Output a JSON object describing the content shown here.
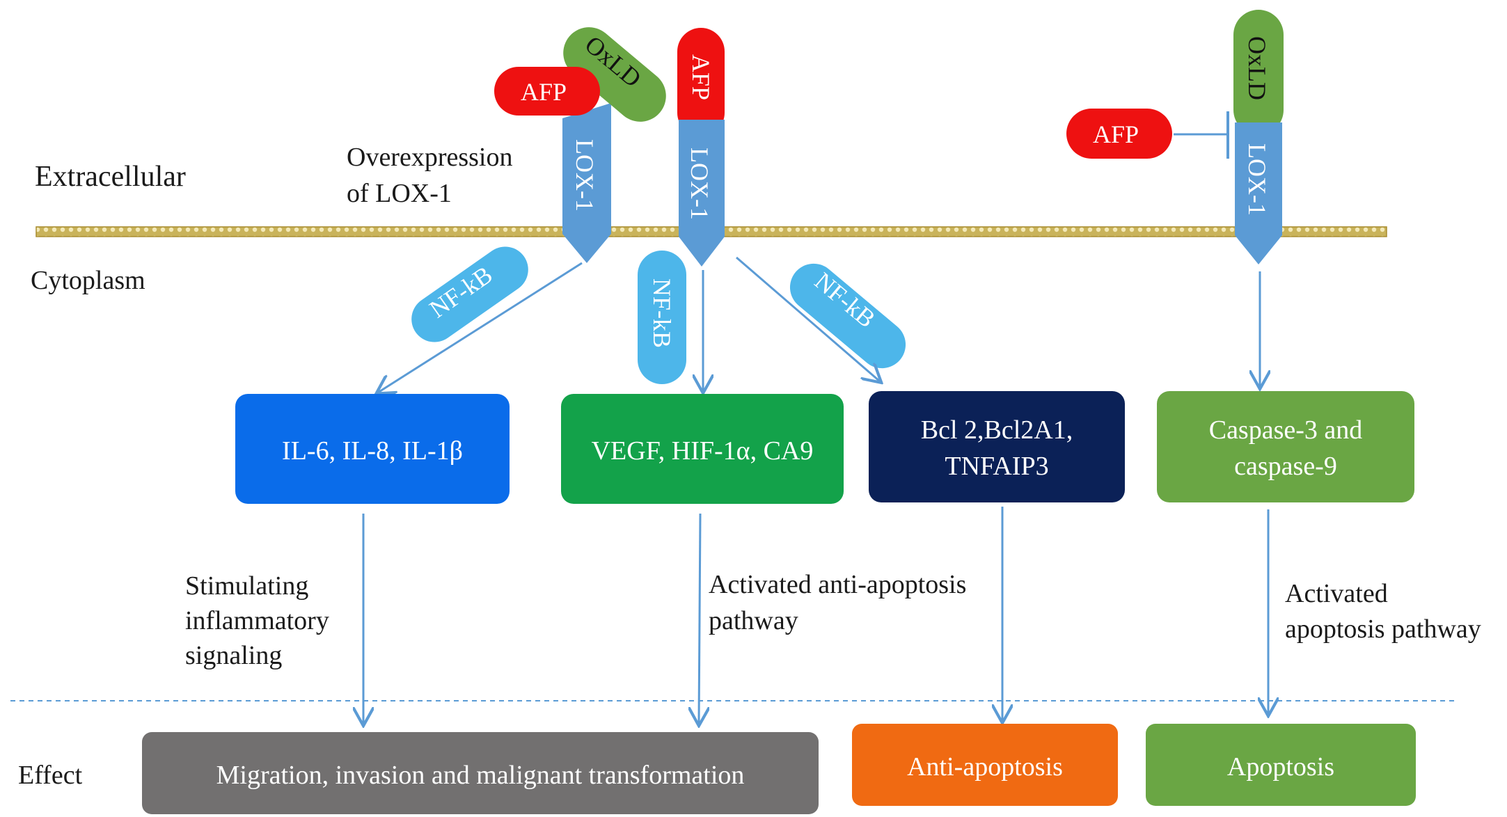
{
  "regions": {
    "extracellular": "Extracellular",
    "cytoplasm": "Cytoplasm",
    "effect": "Effect"
  },
  "annotations": {
    "overexpression_line1": "Overexpression",
    "overexpression_line2": "of LOX-1",
    "stimulating_line1": "Stimulating",
    "stimulating_line2": "inflammatory",
    "stimulating_line3": "signaling",
    "anti_apoptosis_line1": "Activated anti-apoptosis",
    "anti_apoptosis_line2": "pathway",
    "apoptosis_line1": "Activated",
    "apoptosis_line2": "apoptosis pathway"
  },
  "molecules": {
    "afp": "AFP",
    "oxld": "OxLD",
    "lox1": "LOX-1",
    "nfkb": "NF-kB"
  },
  "targets": {
    "cytokines": "IL-6, IL-8, IL-1β",
    "vegf": "VEGF, HIF-1α, CA9",
    "bcl2_line1": "Bcl 2,Bcl2A1,",
    "bcl2_line2": "TNFAIP3",
    "caspase_line1": "Caspase-3 and",
    "caspase_line2": "caspase-9"
  },
  "effects": {
    "migration": "Migration, invasion and  malignant transformation",
    "anti_apoptosis": "Anti-apoptosis",
    "apoptosis": "Apoptosis"
  },
  "colors": {
    "afp": "#ee1111",
    "oxld": "#6aa644",
    "lox1": "#5b9bd5",
    "nfkb": "#4db6ea",
    "cytokines_box": "#0a6cea",
    "vegf_box": "#13a24a",
    "bcl2_box": "#0b2157",
    "caspase_box": "#6aa644",
    "migration_box": "#727070",
    "anti_apoptosis_box": "#f06a12",
    "apoptosis_box": "#6aa644",
    "membrane": "#b59a3a",
    "arrow": "#5b9bd5"
  }
}
